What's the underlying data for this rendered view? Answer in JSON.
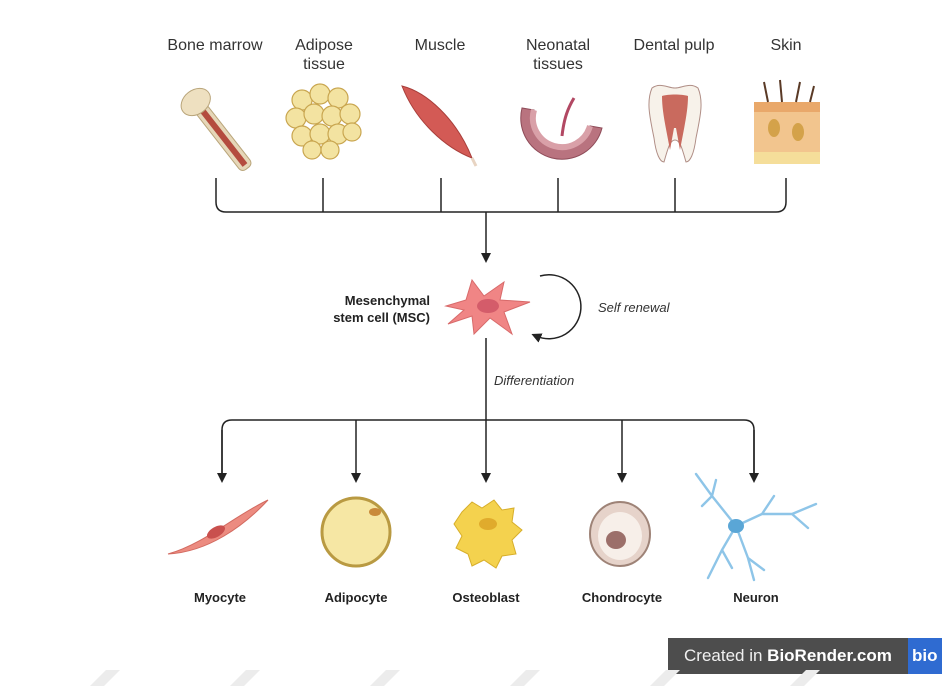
{
  "sources": [
    {
      "label_line1": "Bone marrow",
      "label_line2": "",
      "icon": "bone-icon"
    },
    {
      "label_line1": "Adipose",
      "label_line2": "tissue",
      "icon": "adipose-tissue-icon"
    },
    {
      "label_line1": "Muscle",
      "label_line2": "",
      "icon": "muscle-icon"
    },
    {
      "label_line1": "Neonatal",
      "label_line2": "tissues",
      "icon": "placenta-icon"
    },
    {
      "label_line1": "Dental pulp",
      "label_line2": "",
      "icon": "tooth-icon"
    },
    {
      "label_line1": "Skin",
      "label_line2": "",
      "icon": "skin-icon"
    }
  ],
  "center": {
    "label_line1": "Mesenchymal",
    "label_line2": "stem cell (MSC)",
    "self_renewal": "Self renewal",
    "differentiation": "Differentiation"
  },
  "outputs": [
    {
      "label": "Myocyte",
      "icon": "myocyte-icon"
    },
    {
      "label": "Adipocyte",
      "icon": "adipocyte-icon"
    },
    {
      "label": "Osteoblast",
      "icon": "osteoblast-icon"
    },
    {
      "label": "Chondrocyte",
      "icon": "chondrocyte-icon"
    },
    {
      "label": "Neuron",
      "icon": "neuron-icon"
    }
  ],
  "credit": {
    "prefix": "Created in ",
    "brand": "BioRender.com",
    "logo_text": "bio"
  },
  "colors": {
    "line": "#222222",
    "msc_cell": "#f08585",
    "muscle": "#d35a55",
    "adipose": "#f3e3a1",
    "neuron": "#8ec5e8",
    "credit_bg": "#4d4d4d",
    "logo_bg": "#2f6bd1"
  }
}
